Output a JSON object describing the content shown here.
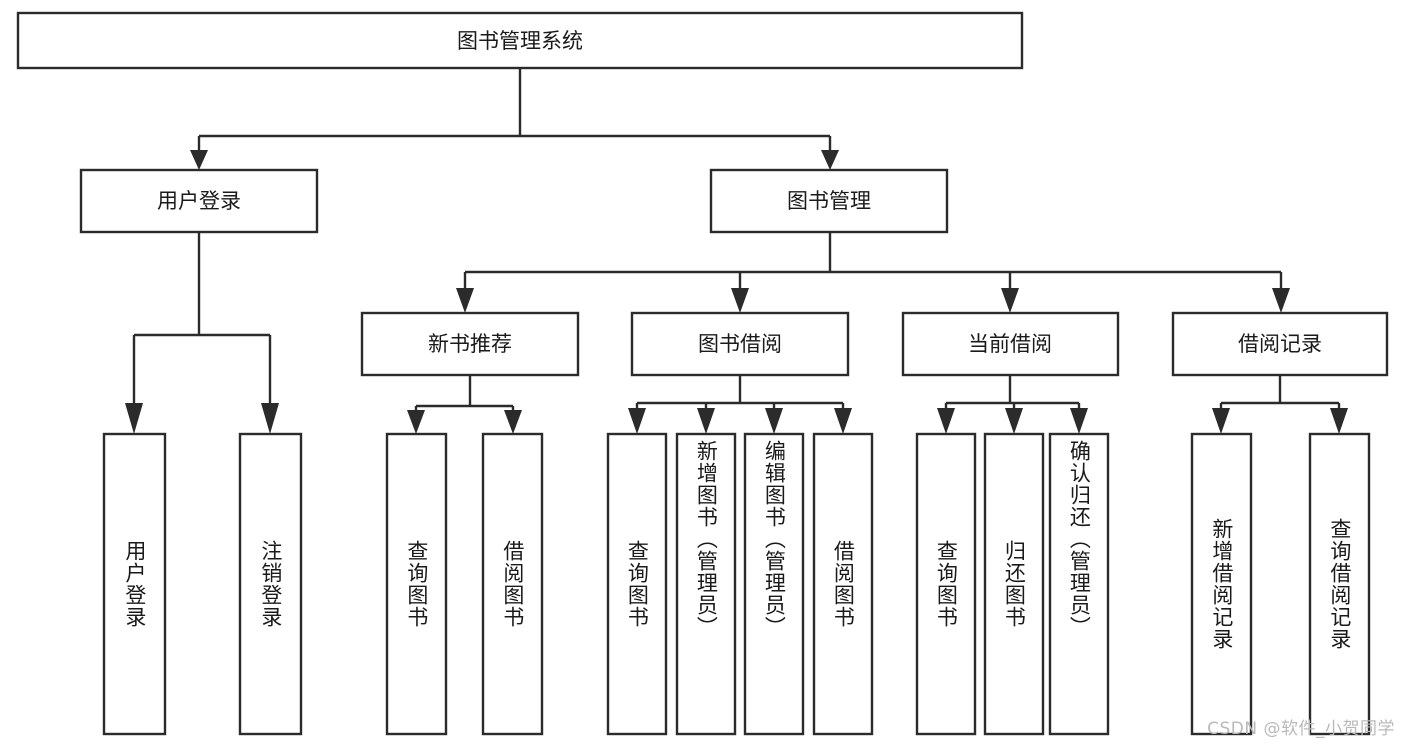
{
  "diagram": {
    "title": "图书管理系统",
    "watermark": "CSDN @软件_小贺同学",
    "type": "tree-flowchart",
    "orientation": "top-down",
    "colors": {
      "stroke": "#2b2b2b",
      "box_fill": "#ffffff",
      "text": "#1a1a1a",
      "background": "#ffffff",
      "watermark": "#b9b9b9"
    },
    "root": {
      "label": "图书管理系统"
    },
    "level2": [
      {
        "id": "user-login",
        "label": "用户登录"
      },
      {
        "id": "book-manage",
        "label": "图书管理"
      }
    ],
    "level3": [
      {
        "id": "new-book-rec",
        "label": "新书推荐",
        "parent": "book-manage"
      },
      {
        "id": "book-borrow",
        "label": "图书借阅",
        "parent": "book-manage"
      },
      {
        "id": "current-borrow",
        "label": "当前借阅",
        "parent": "book-manage"
      },
      {
        "id": "borrow-record",
        "label": "借阅记录",
        "parent": "book-manage"
      }
    ],
    "leaves": [
      {
        "id": "leaf-user-login",
        "label": "用户登录",
        "parent": "user-login"
      },
      {
        "id": "leaf-logout",
        "label": "注销登录",
        "parent": "user-login"
      },
      {
        "id": "leaf-query-book-1",
        "label": "查询图书",
        "parent": "new-book-rec"
      },
      {
        "id": "leaf-borrow-book-1",
        "label": "借阅图书",
        "parent": "new-book-rec"
      },
      {
        "id": "leaf-query-book-2",
        "label": "查询图书",
        "parent": "book-borrow"
      },
      {
        "id": "leaf-add-book",
        "label": "新增图书（管理员）",
        "parent": "book-borrow"
      },
      {
        "id": "leaf-edit-book",
        "label": "编辑图书（管理员）",
        "parent": "book-borrow"
      },
      {
        "id": "leaf-borrow-book-2",
        "label": "借阅图书",
        "parent": "book-borrow"
      },
      {
        "id": "leaf-query-book-3",
        "label": "查询图书",
        "parent": "current-borrow"
      },
      {
        "id": "leaf-return-book",
        "label": "归还图书",
        "parent": "current-borrow"
      },
      {
        "id": "leaf-confirm-return",
        "label": "确认归还（管理员）",
        "parent": "current-borrow"
      },
      {
        "id": "leaf-add-record",
        "label": "新增借阅记录",
        "parent": "borrow-record"
      },
      {
        "id": "leaf-query-record",
        "label": "查询借阅记录",
        "parent": "borrow-record"
      }
    ]
  }
}
